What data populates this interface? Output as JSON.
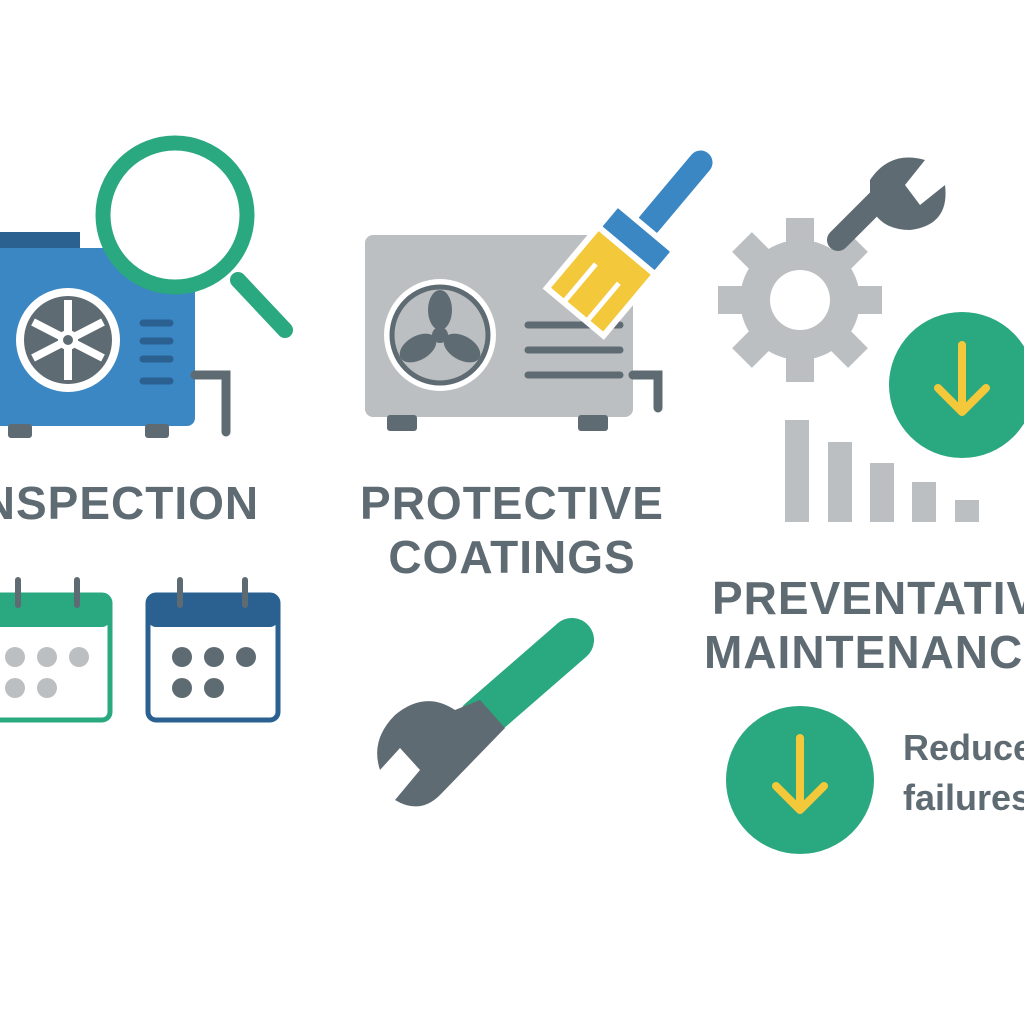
{
  "sections": [
    {
      "title_lines": [
        "INSPECTION"
      ]
    },
    {
      "title_lines": [
        "PROTECTIVE",
        "COATINGS"
      ]
    },
    {
      "title_lines": [
        "PREVENTATIVE",
        "MAINTENANCE"
      ]
    }
  ],
  "callout": {
    "lines": [
      "Reduce",
      "failures"
    ]
  },
  "icons": [
    "ac-unit-icon",
    "magnifier-icon",
    "calendar-icon",
    "paintbrush-icon",
    "wrench-icon",
    "gear-icon",
    "down-arrow-icon",
    "bar-decline-icon"
  ],
  "colors": {
    "blue": "#3b87c4",
    "dark_blue": "#2a6190",
    "green": "#2aa87f",
    "yellow": "#f4c83b",
    "gray": "#bcbfc1",
    "dark_gray": "#5f6b73"
  }
}
